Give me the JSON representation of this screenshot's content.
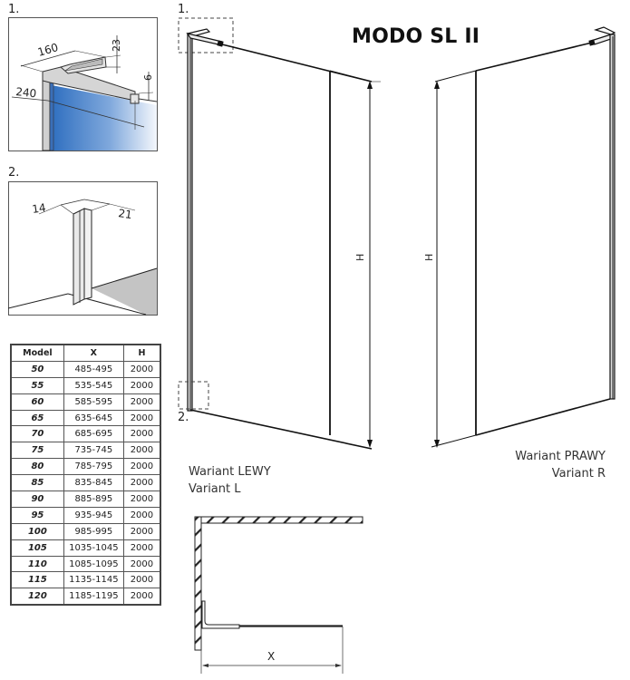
{
  "title": "MODO SL II",
  "detail_1": {
    "label": "1.",
    "dims": {
      "a": "160",
      "b": "23",
      "c": "6",
      "d": "240"
    }
  },
  "detail_2": {
    "label": "2.",
    "dims": {
      "a": "14",
      "b": "21"
    }
  },
  "main_drawing": {
    "callout_1": "1.",
    "callout_2": "2.",
    "height_label_left": "H",
    "height_label_right": "H"
  },
  "variants": {
    "left_line1": "Wariant LEWY",
    "left_line2": "Variant L",
    "right_line1": "Wariant PRAWY",
    "right_line2": "Variant R"
  },
  "plan_view": {
    "width_label": "X"
  },
  "table": {
    "headers": [
      "Model",
      "X",
      "H"
    ],
    "rows": [
      [
        "50",
        "485-495",
        "2000"
      ],
      [
        "55",
        "535-545",
        "2000"
      ],
      [
        "60",
        "585-595",
        "2000"
      ],
      [
        "65",
        "635-645",
        "2000"
      ],
      [
        "70",
        "685-695",
        "2000"
      ],
      [
        "75",
        "735-745",
        "2000"
      ],
      [
        "80",
        "785-795",
        "2000"
      ],
      [
        "85",
        "835-845",
        "2000"
      ],
      [
        "90",
        "885-895",
        "2000"
      ],
      [
        "95",
        "935-945",
        "2000"
      ],
      [
        "100",
        "985-995",
        "2000"
      ],
      [
        "105",
        "1035-1045",
        "2000"
      ],
      [
        "110",
        "1085-1095",
        "2000"
      ],
      [
        "115",
        "1135-1145",
        "2000"
      ],
      [
        "120",
        "1185-1195",
        "2000"
      ]
    ]
  },
  "colors": {
    "glass_blue_dark": "#2f6fc0",
    "glass_blue_light": "#dfeaf7",
    "profile_gray": "#d8d8d8",
    "floor_gray": "#c4c4c4",
    "line": "#1a1a1a"
  }
}
